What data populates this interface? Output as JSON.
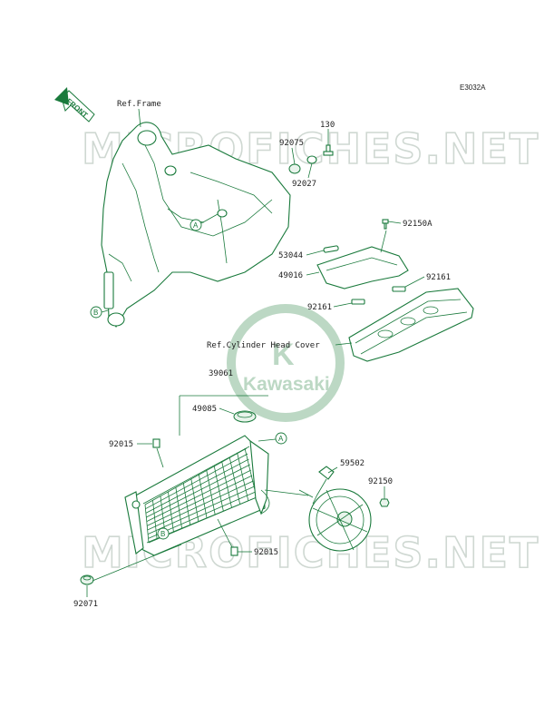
{
  "diagram_code": "E3032A",
  "front_label": "FRONT",
  "watermark_text": "MICROFICHES.NET",
  "logo": {
    "mark": "K",
    "text": "Kawasaki"
  },
  "references": {
    "frame": "Ref.Frame",
    "cylinder_head_cover": "Ref.Cylinder Head Cover"
  },
  "callouts": {
    "a": "A",
    "b": "B"
  },
  "parts": {
    "p130": "130",
    "p92075": "92075",
    "p92027": "92027",
    "p92150a": "92150A",
    "p53044": "53044",
    "p49016": "49016",
    "p92161_right": "92161",
    "p92161_left": "92161",
    "p39061": "39061",
    "p49085": "49085",
    "p92015_top": "92015",
    "p59502": "59502",
    "p92150": "92150",
    "p92015_bottom": "92015",
    "p92071": "92071"
  },
  "colors": {
    "line": "#1a7a3c",
    "watermark": "#cfd8d2",
    "logo": "#bcd8c4",
    "text": "#1f1f1f"
  }
}
